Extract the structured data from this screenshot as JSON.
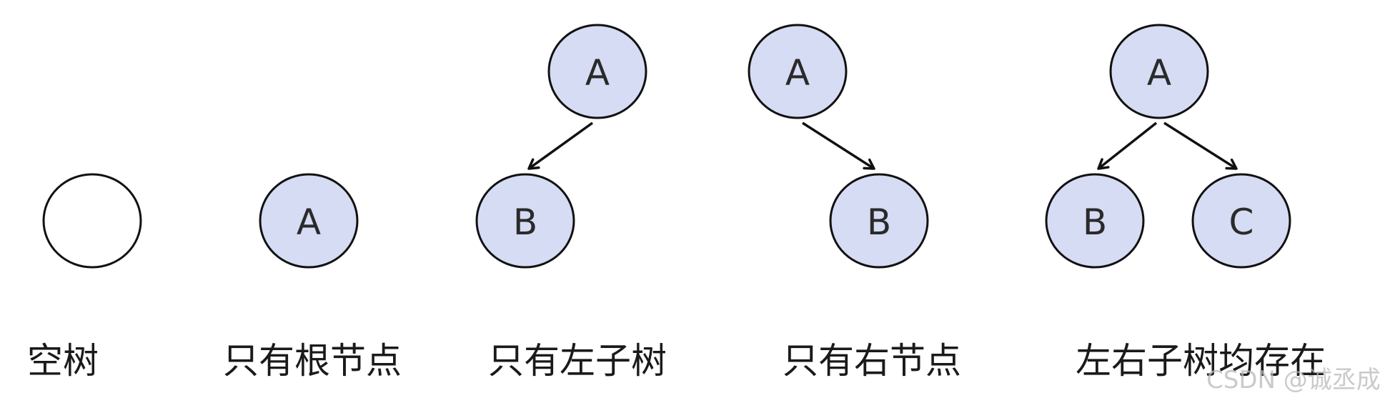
{
  "colors": {
    "node_fill": "#d6dcf4",
    "empty_node_fill": "#ffffff",
    "stroke": "#111111"
  },
  "panels": [
    {
      "caption": "空树",
      "nodes": [
        {
          "label": ""
        }
      ]
    },
    {
      "caption": "只有根节点",
      "nodes": [
        {
          "label": "A"
        }
      ]
    },
    {
      "caption": "只有左子树",
      "nodes": [
        {
          "label": "A"
        },
        {
          "label": "B"
        }
      ]
    },
    {
      "caption": "只有右节点",
      "nodes": [
        {
          "label": "A"
        },
        {
          "label": "B"
        }
      ]
    },
    {
      "caption": "左右子树均存在",
      "nodes": [
        {
          "label": "A"
        },
        {
          "label": "B"
        },
        {
          "label": "C"
        }
      ]
    }
  ],
  "watermark": "CSDN @诚丞成"
}
